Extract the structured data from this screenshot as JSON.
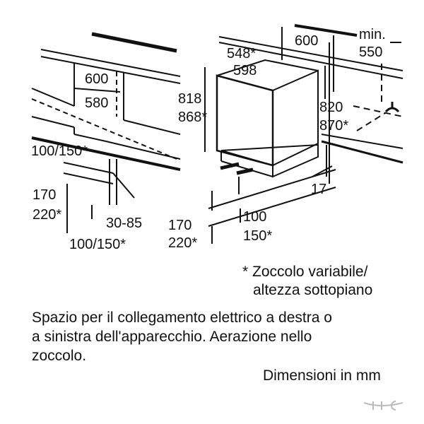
{
  "left_drawing": {
    "niche_width": "600",
    "inner_width": "580",
    "plinth_depth_top": "100/150*",
    "plinth_height_a": "170",
    "plinth_height_b": "220*",
    "plinth_offset": "30-85",
    "plinth_depth_bottom": "100/150*"
  },
  "appliance_drawing": {
    "depth": "548*",
    "width": "598",
    "height_a": "818",
    "height_b": "868*",
    "plinth_height_a": "170",
    "plinth_height_b": "220*",
    "plinth_depth_a": "100",
    "plinth_depth_b": "150*"
  },
  "right_drawing": {
    "niche_width": "600",
    "min_label": "min.",
    "min_depth": "550",
    "niche_height_a": "820",
    "niche_height_b": "870*",
    "gap": "17"
  },
  "note": {
    "line1": "* Zoccolo variabile/",
    "line2": "altezza sottopiano"
  },
  "description": {
    "line1": "Spazio per il collegamento elettrico a destra o",
    "line2": "a sinistra dell'apparecchio. Aerazione nello",
    "line3": "zoccolo."
  },
  "units": "Dimensioni in mm"
}
